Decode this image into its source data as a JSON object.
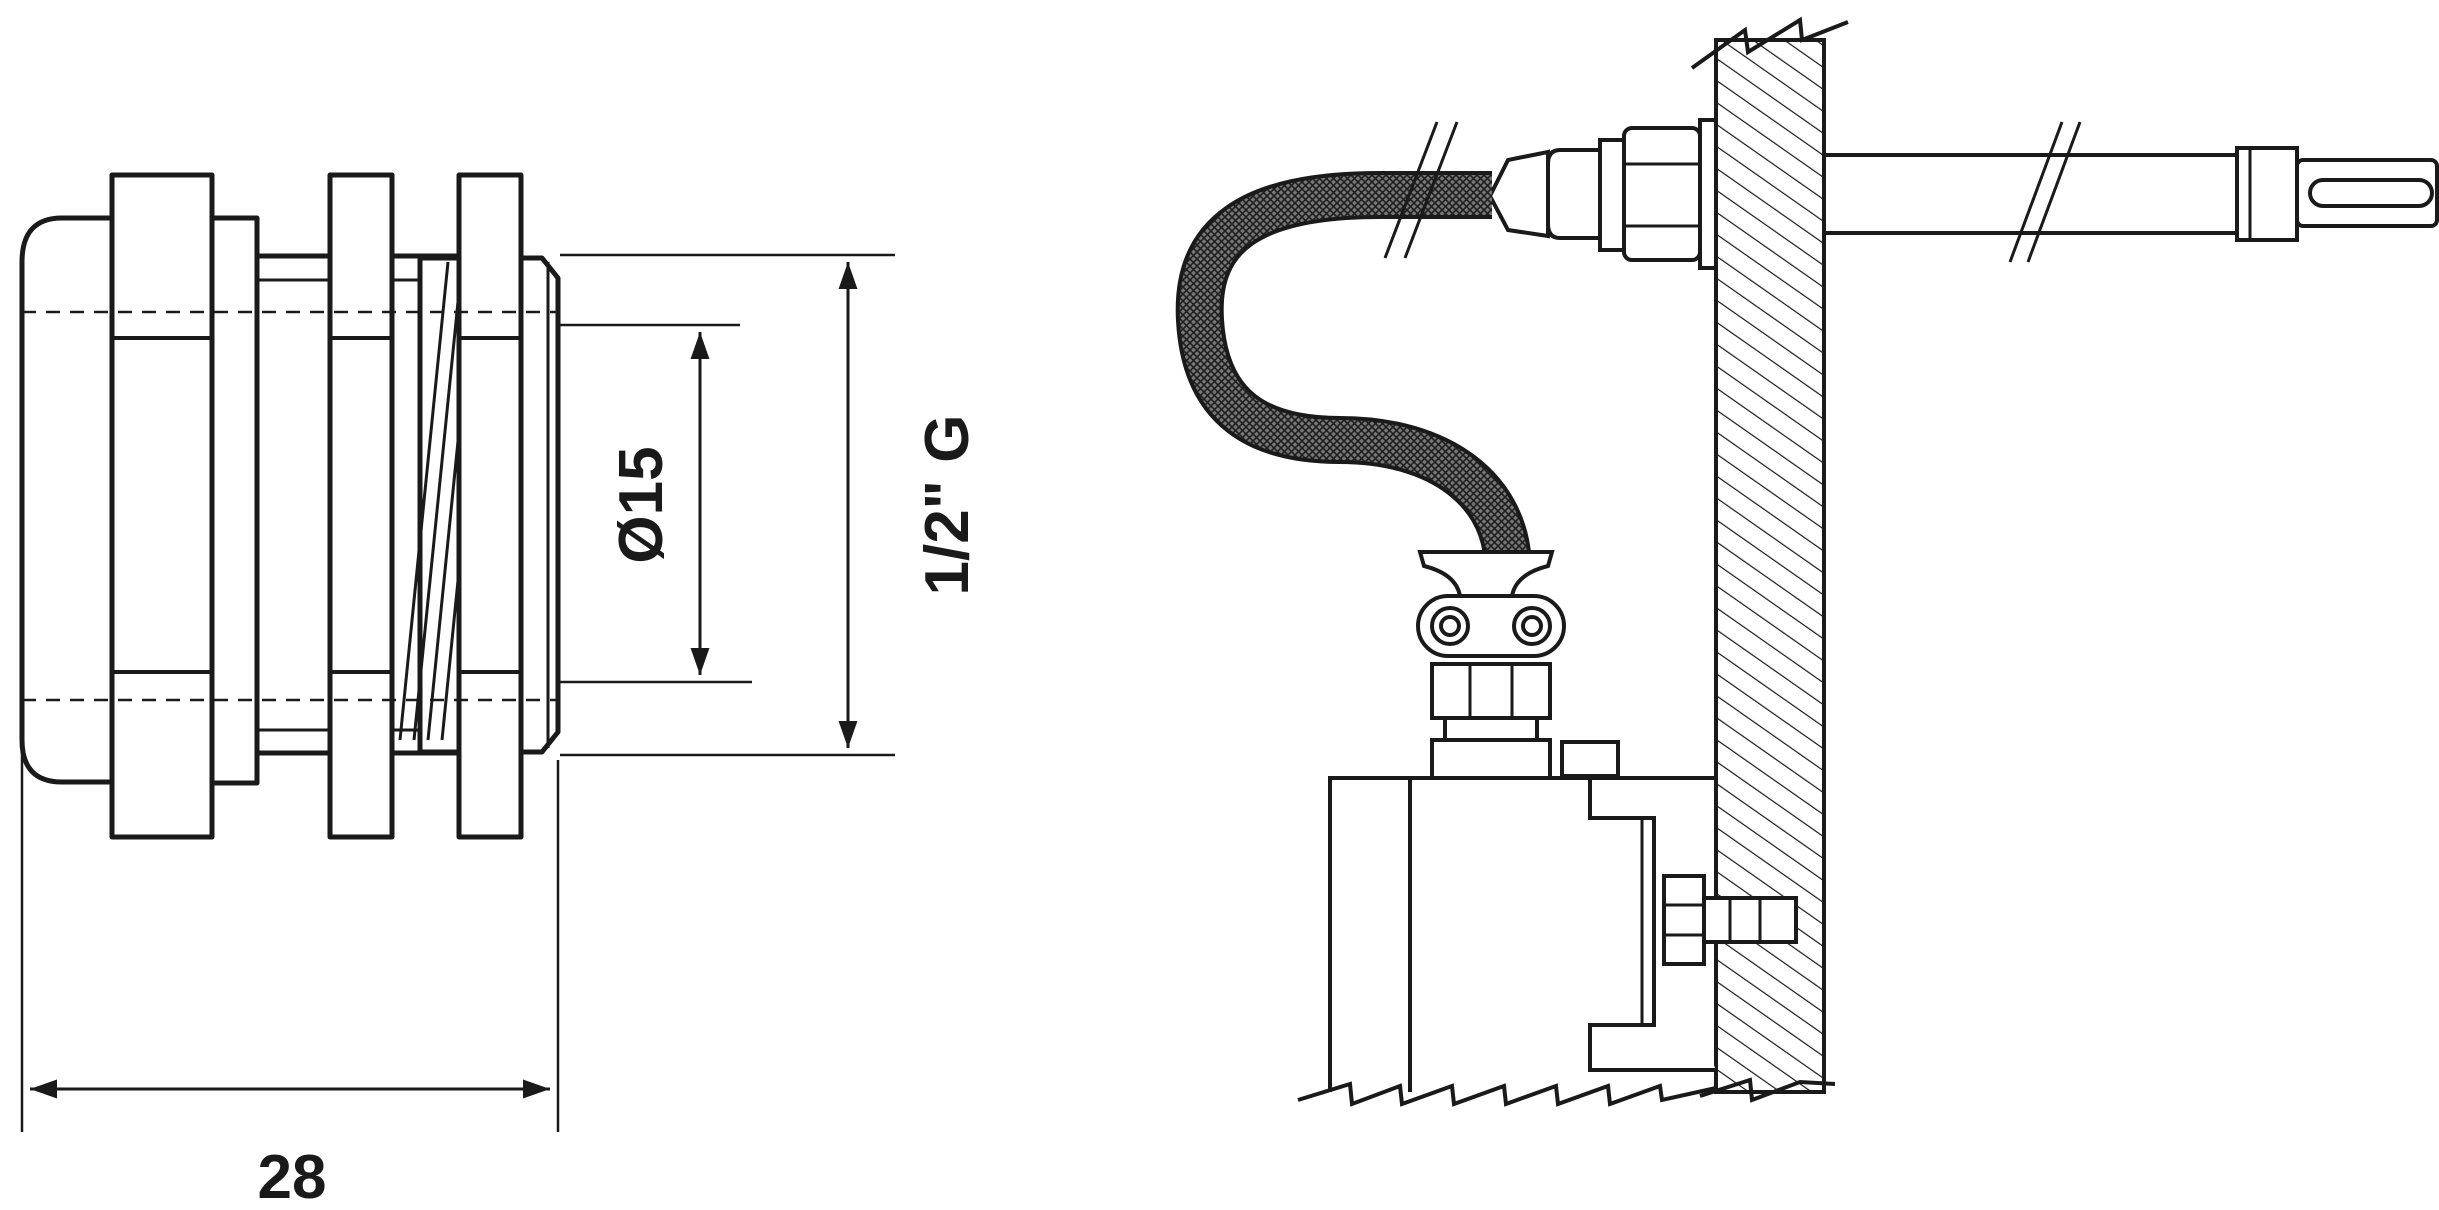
{
  "dimensions": {
    "length": "28",
    "inner_diameter": "Ø15",
    "thread": "1/2\" G"
  },
  "colors": {
    "stroke": "#1a1a1a",
    "background": "#ffffff",
    "braid": "#555555",
    "hatch": "#1a1a1a"
  }
}
